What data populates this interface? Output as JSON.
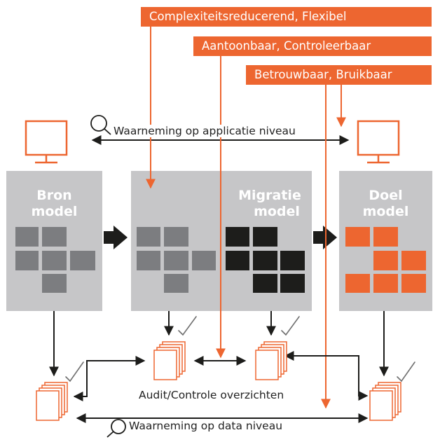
{
  "banners": {
    "top": "Complexiteitsreducerend, Flexibel",
    "middle": "Aantoonbaar, Controleerbaar",
    "bottom": "Betrouwbaar, Bruikbaar"
  },
  "labels": {
    "application_level": "Waarneming op applicatie niveau",
    "data_level": "Waarneming op data niveau",
    "audit": "Audit/Controle overzichten"
  },
  "models": {
    "source_line1": "Bron",
    "source_line2": "model",
    "migration_line1": "Migratie",
    "migration_line2": "model",
    "target_line1": "Doel",
    "target_line2": "model"
  },
  "icons": {
    "magnifier": "magnifier-icon",
    "monitor": "monitor-icon",
    "documents": "document-stack-icon",
    "checkmark": "checkmark-icon",
    "flow_arrow": "arrow-right-icon"
  },
  "colors": {
    "accent": "#ed6630",
    "panel": "#c6c6c8",
    "source_block": "#7c7d80",
    "migration_block": "#1d1d1b",
    "target_block": "#ed6630",
    "line": "#1d1d1b"
  }
}
